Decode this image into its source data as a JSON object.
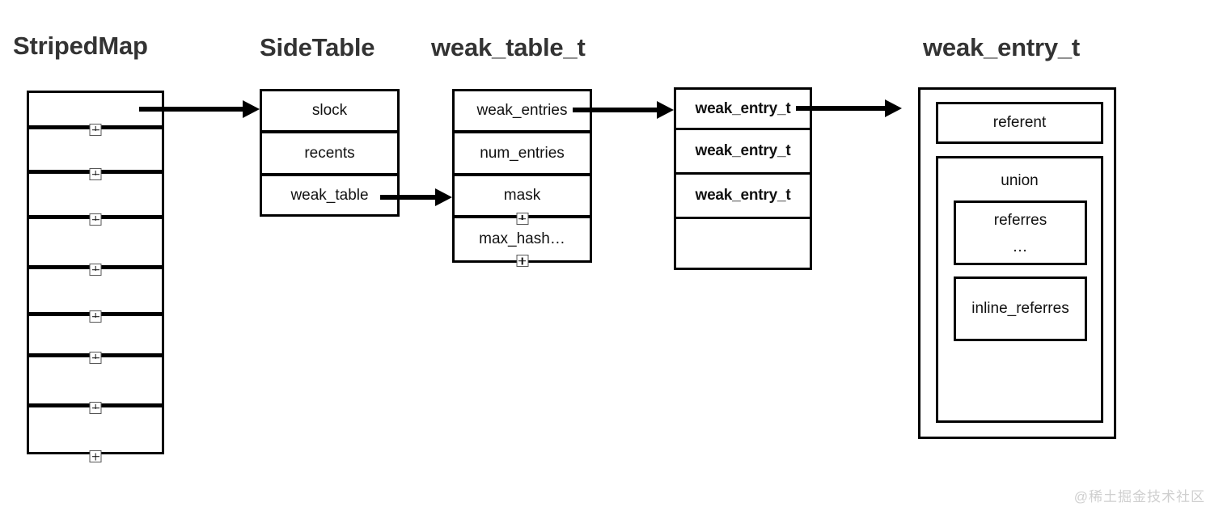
{
  "diagram": {
    "title_font_color": "#333333",
    "background": "#ffffff",
    "line_color": "#000000"
  },
  "titles": {
    "striped_map": "StripedMap",
    "side_table": "SideTable",
    "weak_table_t": "weak_table_t",
    "weak_entry_t": "weak_entry_t"
  },
  "striped_map": {
    "cell_count": 8,
    "cells": [
      "",
      "",
      "",
      "",
      "",
      "",
      "",
      ""
    ],
    "handle_glyph": "+"
  },
  "side_table": {
    "rows": [
      {
        "label": "slock"
      },
      {
        "label": "recents"
      },
      {
        "label": "weak_table"
      }
    ]
  },
  "weak_table_t": {
    "rows": [
      {
        "label": "weak_entries",
        "handle": false
      },
      {
        "label": "num_entries",
        "handle": false
      },
      {
        "label": "mask",
        "handle": true
      },
      {
        "label": "max_hash…",
        "handle": true
      }
    ]
  },
  "weak_entry_list": {
    "rows": [
      {
        "label": "weak_entry_t"
      },
      {
        "label": "weak_entry_t"
      },
      {
        "label": "weak_entry_t"
      },
      {
        "label": ""
      }
    ]
  },
  "weak_entry_detail": {
    "referent": "referent",
    "union": "union",
    "referres": "referres",
    "referres_ellipsis": "…",
    "inline_referres": "inline_referres"
  },
  "arrows": [
    {
      "name": "striped-map-to-side-table",
      "from": "StripedMap cell 1",
      "to": "SideTable"
    },
    {
      "name": "weak-table-to-weak-table-t",
      "from": "SideTable.weak_table",
      "to": "weak_table_t"
    },
    {
      "name": "weak-entries-to-entry-list",
      "from": "weak_table_t.weak_entries",
      "to": "weak_entry_t list"
    },
    {
      "name": "entry-list-to-entry-detail",
      "from": "weak_entry_t row 1",
      "to": "weak_entry_t detail"
    }
  ],
  "watermark": {
    "text": "@稀土掘金技术社区"
  }
}
